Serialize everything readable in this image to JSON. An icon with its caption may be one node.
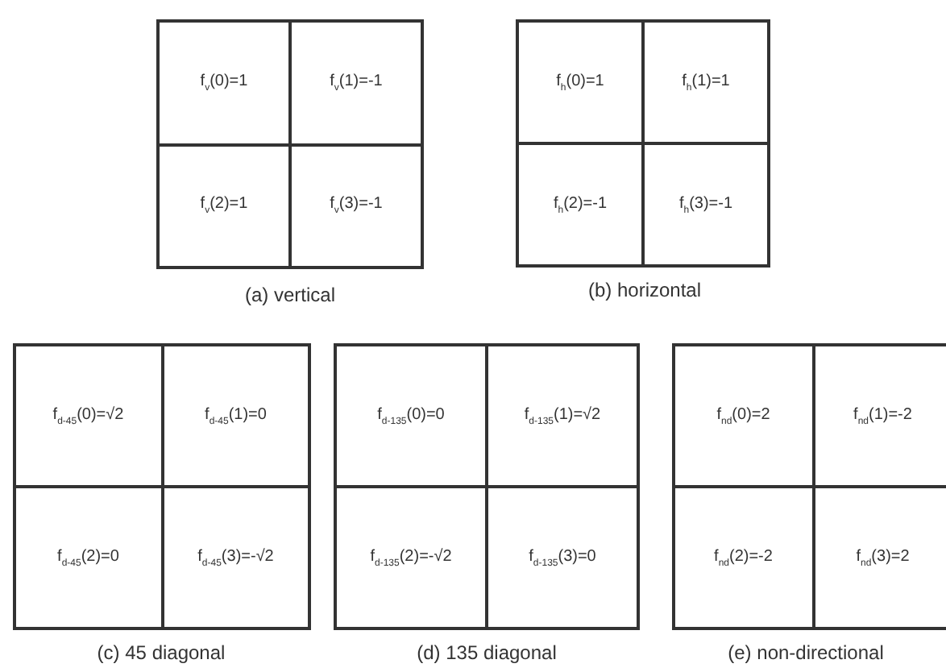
{
  "diagram": {
    "labels": [
      "f$_{v}$(0)=1",
      "f$_{v}$(1)=-1",
      "f$_{v}$(2)=1",
      "f$_{v}$(3)=-1",
      "(a) vertical",
      "f$_{h}$(0)=1",
      "f$_{h}$(1)=1",
      "f$_{h}$(2)=-1",
      "f$_{h}$(3)=-1",
      "(b) horizontal",
      "f$_{d-45}$(0)=√2",
      "f$_{d-45}$(1)=0",
      "f$_{d-45}$(2)=0",
      "f$_{d-45}$(3)=-√2",
      "(c) 45 diagonal",
      "f$_{d-135}$(0)=0",
      "f$_{d-135}$(1)=√2",
      "f$_{d-135}$(2)=-√2",
      "f$_{d-135}$(3)=0",
      "(d) 135 diagonal",
      "f$_{nd}$(0)=2",
      "f$_{nd}$(1)=-2",
      "f$_{nd}$(2)=-2",
      "f$_{nd}$(3)=2",
      "(e) non-directional"
    ]
  }
}
